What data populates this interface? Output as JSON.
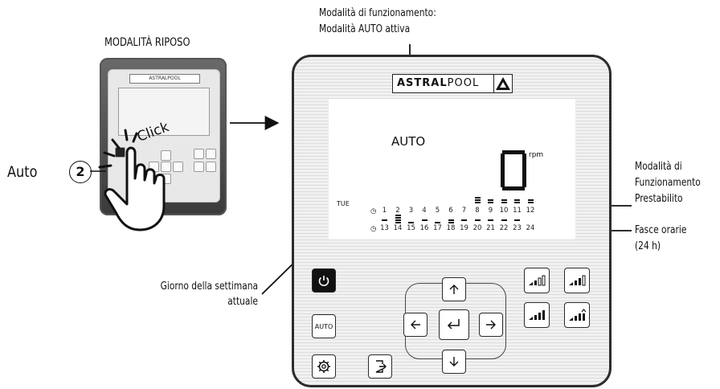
{
  "callouts": {
    "top_line1": "Modalità di funzionamento:",
    "top_line2": "Modalità AUTO attiva",
    "rest_mode": "MODALITÀ RIPOSO",
    "auto_label": "Auto",
    "step_number": "2",
    "click_label": "Click",
    "right_mode_1": "Modalità di",
    "right_mode_2": "Funzionamento",
    "right_mode_3": "Prestabilito",
    "right_slots_1": "Fasce orarie",
    "right_slots_2": "(24 h)",
    "left_day_1": "Giorno della settimana",
    "left_day_2": "attuale"
  },
  "panel": {
    "logo_bold": "ASTRAL",
    "logo_light": "POOL",
    "small_logo": "ASTRALPOOL",
    "lcd_mode": "AUTO",
    "lcd_value": "0",
    "lcd_unit": "rpm",
    "lcd_day": "TUE",
    "clock_icon": "clock-icon",
    "hours_row1": [
      "1",
      "2",
      "3",
      "4",
      "5",
      "6",
      "7",
      "8",
      "9",
      "10",
      "11",
      "12"
    ],
    "hours_row2": [
      "13",
      "14",
      "15",
      "16",
      "17",
      "18",
      "19",
      "20",
      "21",
      "22",
      "23",
      "24"
    ],
    "auto_button": "AUTO"
  },
  "colors": {
    "frame": "#2d2d2d",
    "lcd_bg": "#ffffff",
    "panel_bg": "#f1f1f1"
  }
}
